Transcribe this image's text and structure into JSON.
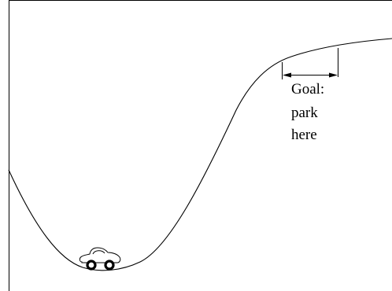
{
  "diagram": {
    "goal_label_lines": [
      "Goal:",
      "park",
      "here"
    ],
    "colors": {
      "line": "#000000",
      "background": "#ffffff",
      "car_wheel": "#000000"
    },
    "icons": {
      "car": "car-icon"
    }
  }
}
